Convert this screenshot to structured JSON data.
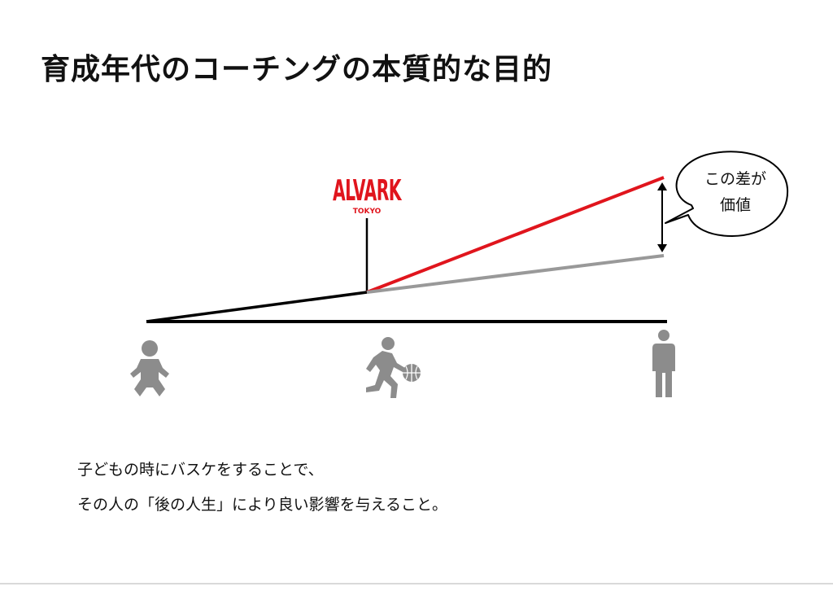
{
  "slide": {
    "title": "育成年代のコーチングの本質的な目的"
  },
  "diagram": {
    "logo": {
      "main": "ALVARK",
      "sub": "TOKYO"
    },
    "callout": {
      "line1": "この差が",
      "line2": "価値"
    },
    "icons": {
      "stage1": "baby-icon",
      "stage2": "basketball-player-icon",
      "stage3": "adult-person-icon"
    },
    "colors": {
      "red_line": "#e0151d",
      "gray_line": "#999999",
      "axis": "#000000",
      "icon": "#8c8c8c"
    }
  },
  "body": {
    "line1": "子どもの時にバスケをすることで、",
    "line2": "その人の「後の人生」により良い影響を与えること。"
  }
}
